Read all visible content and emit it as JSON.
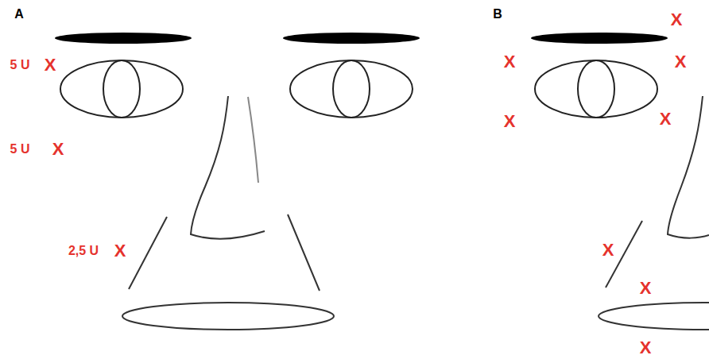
{
  "diagram": {
    "labels": [
      "A",
      "5 U",
      "X",
      "5 U",
      "X",
      "2,5 U",
      "X",
      "B",
      "X",
      "X",
      "X",
      "X",
      "X",
      "X",
      "X",
      "X"
    ]
  }
}
